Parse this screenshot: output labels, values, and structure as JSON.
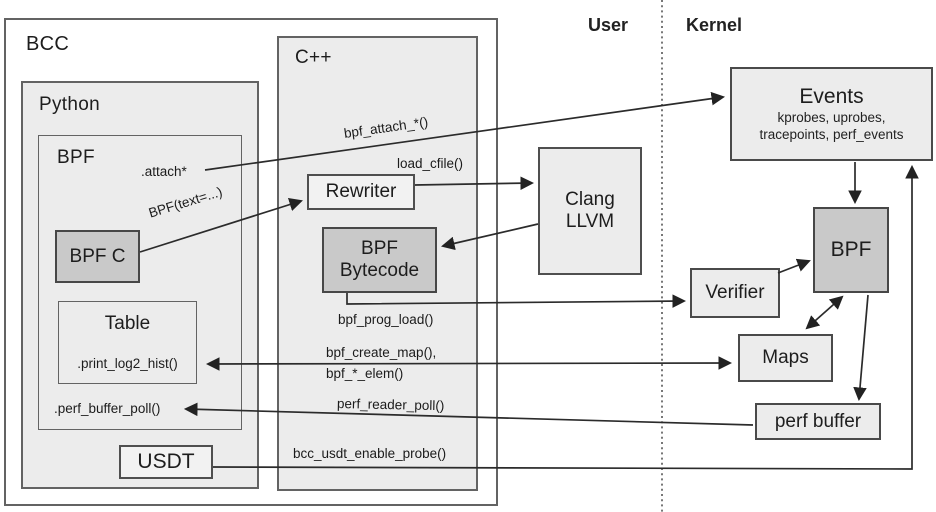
{
  "colors": {
    "box_fill_light": "#ececec",
    "box_fill_dark": "#c9c9c9",
    "box_border": "#636363",
    "wire": "#262626",
    "text": "#1d1d1d",
    "background": "#ffffff"
  },
  "regions": {
    "user": "User",
    "kernel": "Kernel"
  },
  "boxes": {
    "bcc": {
      "label": "BCC"
    },
    "python": {
      "label": "Python"
    },
    "bpf_python": {
      "label": "BPF"
    },
    "bpf_c": {
      "label": "BPF C"
    },
    "table": {
      "label": "Table",
      "method": ".print_log2_hist()"
    },
    "usdt": {
      "label": "USDT"
    },
    "cpp": {
      "label": "C++"
    },
    "rewriter": {
      "label": "Rewriter"
    },
    "bpf_bytecode": {
      "line1": "BPF",
      "line2": "Bytecode"
    },
    "clang": {
      "line1": "Clang",
      "line2": "LLVM"
    },
    "events": {
      "label": "Events",
      "sub_line1": "kprobes, uprobes,",
      "sub_line2": "tracepoints, perf_events"
    },
    "bpf_kernel": {
      "label": "BPF"
    },
    "verifier": {
      "label": "Verifier"
    },
    "maps": {
      "label": "Maps"
    },
    "perf_buffer": {
      "label": "perf buffer"
    }
  },
  "edge_labels": {
    "attach": ".attach*",
    "bpf_attach": "bpf_attach_*()",
    "bpf_text": "BPF(text=...)",
    "load_cfile": "load_cfile()",
    "bpf_prog_load": "bpf_prog_load()",
    "bpf_create_map": "bpf_create_map(),",
    "bpf_elem": "bpf_*_elem()",
    "perf_reader_poll": "perf_reader_poll()",
    "perf_buffer_poll": ".perf_buffer_poll()",
    "bcc_usdt_enable_probe": "bcc_usdt_enable_probe()"
  }
}
